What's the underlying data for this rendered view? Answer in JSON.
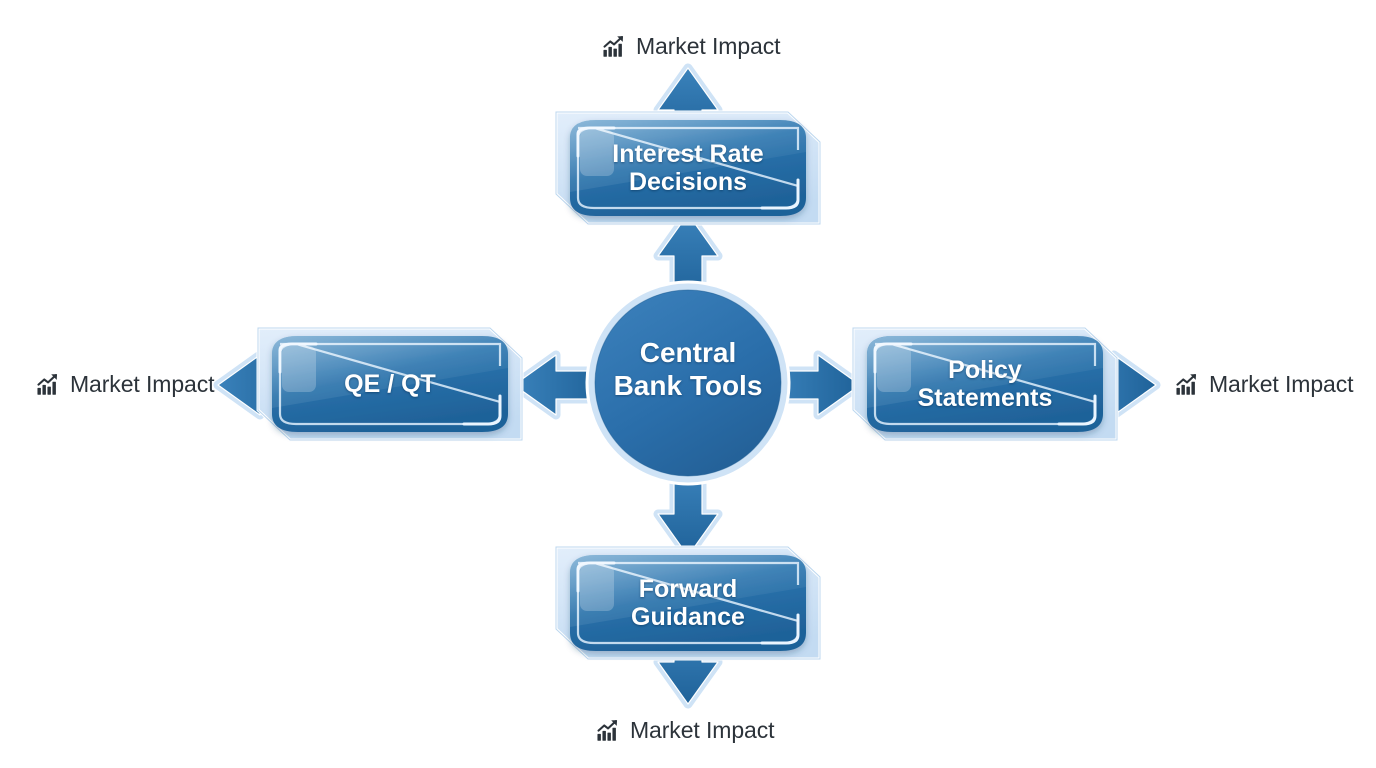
{
  "diagram": {
    "title": "Central Bank Tools",
    "type": "hub-and-spoke",
    "colors": {
      "node_fill": "#2a72ac",
      "node_fill_dark": "#1f6299",
      "frame_light": "#cfe3f6",
      "frame_edge": "#ffffff",
      "arrow_fill": "#2a72ac",
      "arrow_halo": "#cfe3f6",
      "hub_fill": "#2a6eaa",
      "hub_ring": "#cfe3f6",
      "label_text": "#2c333a",
      "node_text": "#ffffff",
      "background": "#ffffff"
    }
  },
  "hub": {
    "line1": "Central",
    "line2": "Bank Tools"
  },
  "nodes": [
    {
      "id": "interest-rate-decisions",
      "position": "top",
      "line1": "Interest Rate",
      "line2": "Decisions"
    },
    {
      "id": "policy-statements",
      "position": "right",
      "line1": "Policy",
      "line2": "Statements"
    },
    {
      "id": "forward-guidance",
      "position": "bottom",
      "line1": "Forward",
      "line2": "Guidance"
    },
    {
      "id": "qe-qt",
      "position": "left",
      "line1": "QE / QT",
      "line2": ""
    }
  ],
  "outcomes": [
    {
      "id": "impact-top",
      "position": "top",
      "label": "Market Impact",
      "icon": "chart-growth-icon"
    },
    {
      "id": "impact-right",
      "position": "right",
      "label": "Market Impact",
      "icon": "chart-growth-icon"
    },
    {
      "id": "impact-bottom",
      "position": "bottom",
      "label": "Market Impact",
      "icon": "chart-growth-icon"
    },
    {
      "id": "impact-left",
      "position": "left",
      "label": "Market Impact",
      "icon": "chart-growth-icon"
    }
  ]
}
